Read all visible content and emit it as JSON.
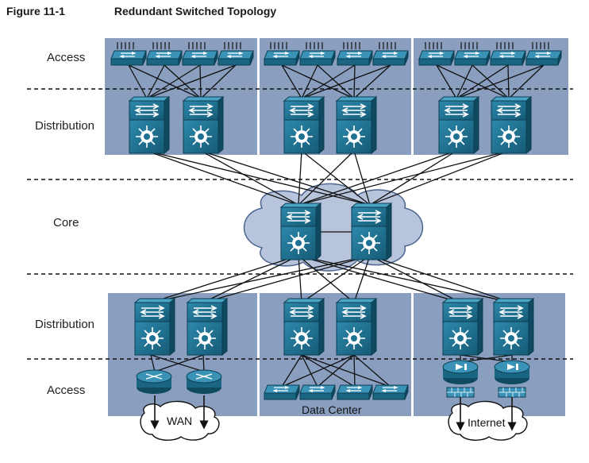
{
  "header": {
    "figure_number": "Figure 11-1",
    "figure_title": "Redundant Switched Topology"
  },
  "layers": {
    "access_top": "Access",
    "distribution_top": "Distribution",
    "core": "Core",
    "distribution_bottom": "Distribution",
    "access_bottom": "Access"
  },
  "pods": {
    "wan": "WAN",
    "data_center": "Data Center",
    "internet": "Internet"
  },
  "colors": {
    "panel": "#8a9fc0",
    "device": "#1f7191",
    "device_dark": "#0f4a61",
    "cloud": "#b8c4dc",
    "line": "#111111"
  }
}
